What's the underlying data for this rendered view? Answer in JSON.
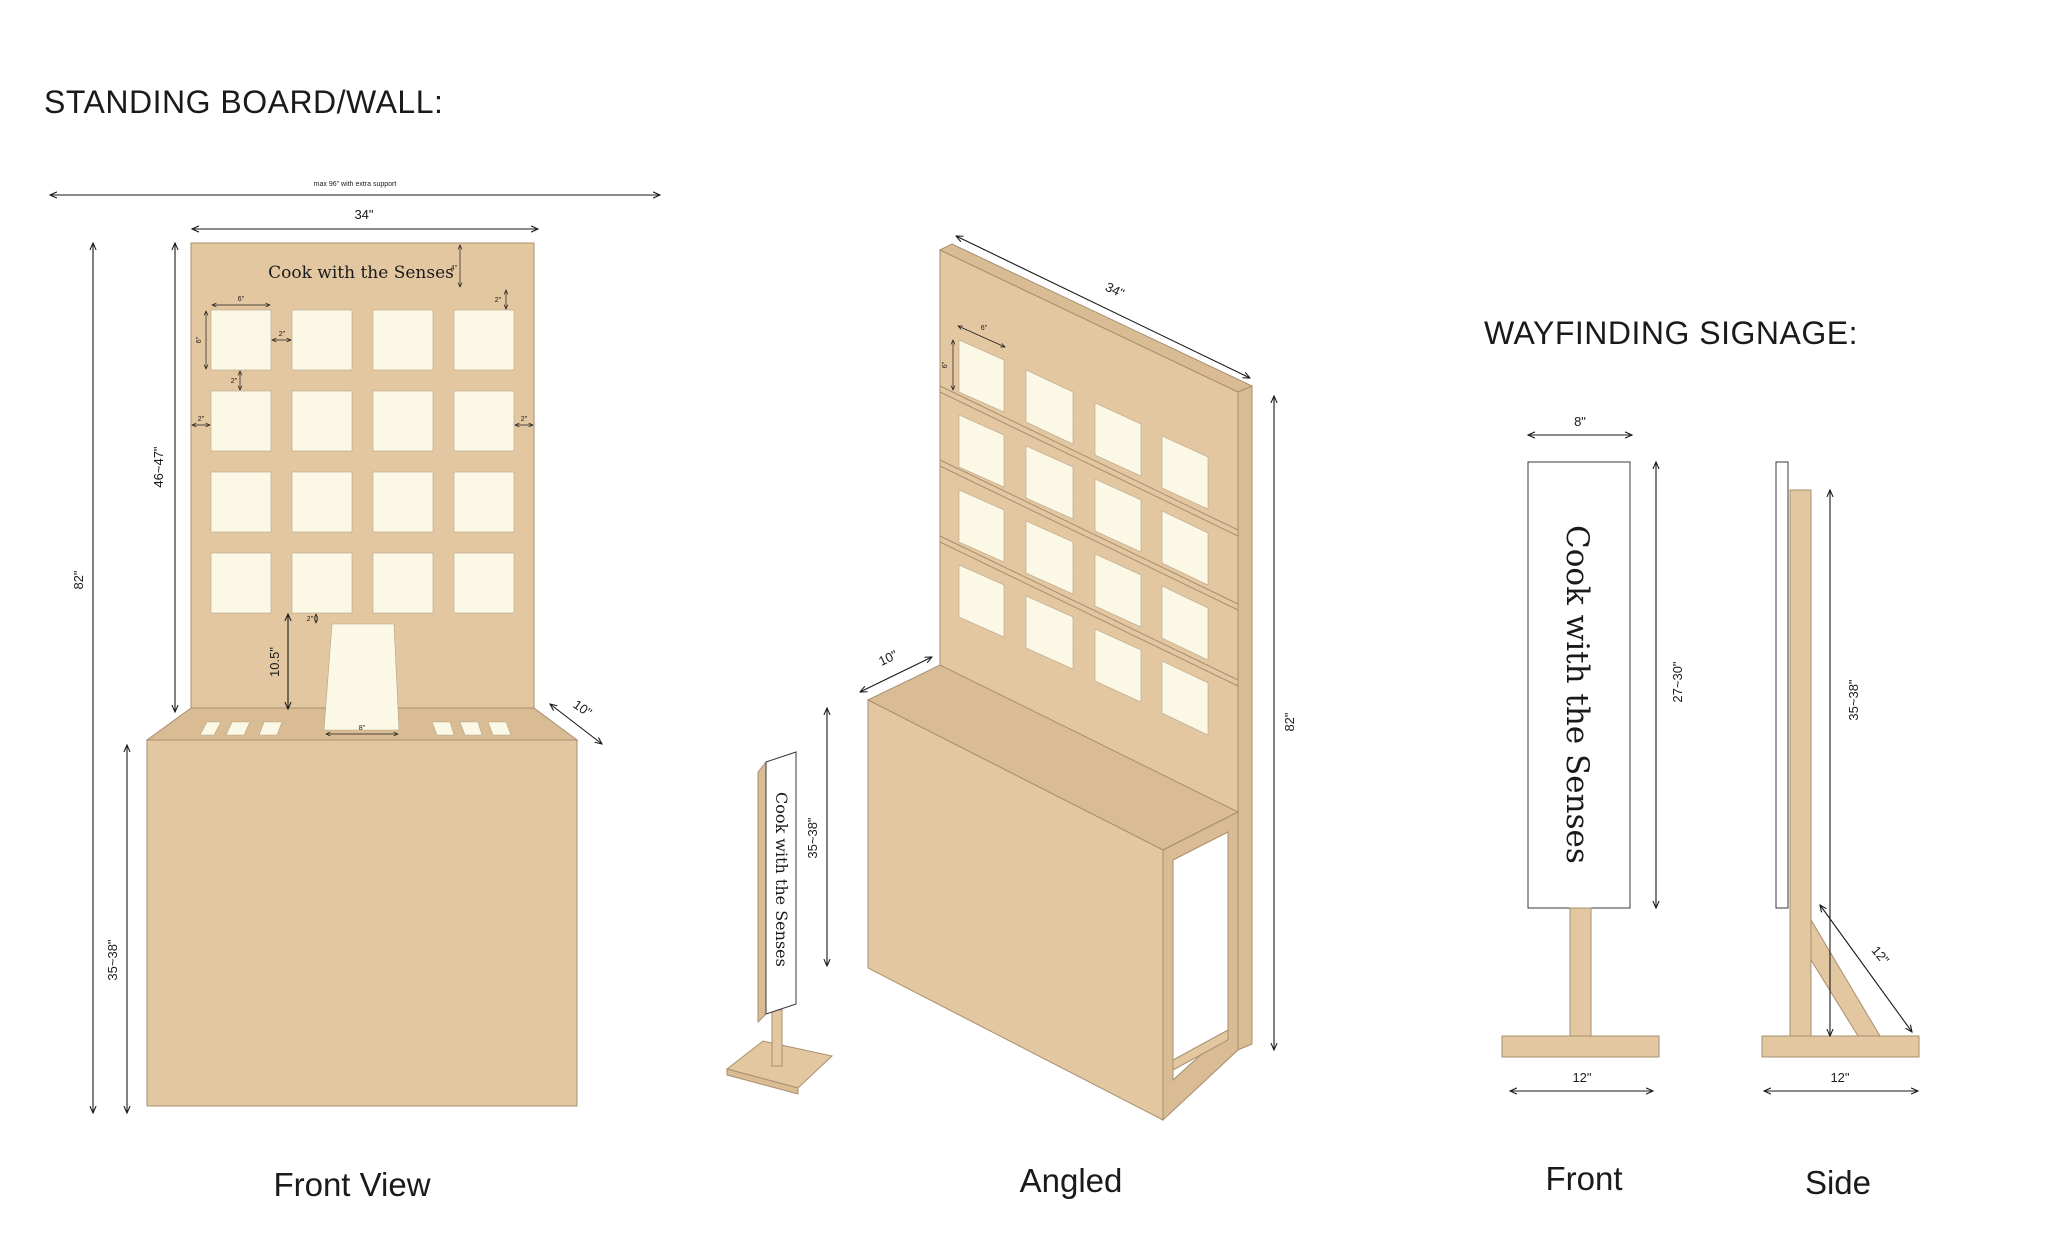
{
  "headings": {
    "standing": "STANDING BOARD/WALL:",
    "wayfinding": "WAYFINDING SIGNAGE:"
  },
  "captions": {
    "front_view": "Front View",
    "angled": "Angled",
    "front": "Front",
    "side": "Side"
  },
  "brand_text": "Cook with the Senses",
  "dimensions": {
    "max_width": "max 96\" with extra support",
    "board_width": "34\"",
    "total_height": "82\"",
    "board_height": "46~47\"",
    "table_height": "35~38\"",
    "depth": "10\"",
    "recipe_gap": "10.5\"",
    "tile_size": "6\"",
    "small_gap": "2\"",
    "top_margin": "4\"",
    "holder_width": "8\"",
    "sign_width": "8\"",
    "sign_height": "27~30\"",
    "base_width": "12\"",
    "brace": "12\""
  },
  "colors": {
    "wood": "#e3c7a1",
    "wood_side": "#d9bc94",
    "tile": "#fcf8e6",
    "outline": "#a88f6e",
    "ink": "#1a1a1a"
  }
}
